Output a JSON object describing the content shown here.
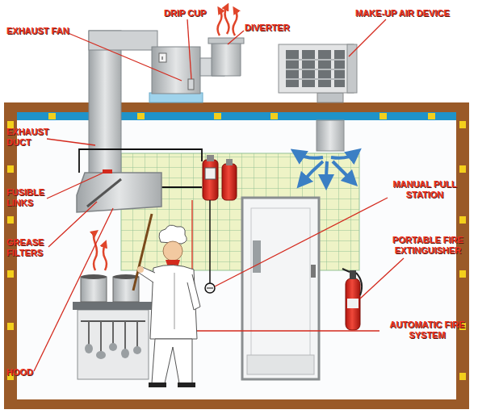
{
  "diagram": {
    "labels": [
      "EXHAUST FAN",
      "DRIP CUP",
      "DIVERTER",
      "MAKE-UP AIR DEVICE",
      "EXHAUST DUCT",
      "FUSIBLE LINKS",
      "GREASE FILTERS",
      "HOOD",
      "MANUAL PULL STATION",
      "PORTABLE FIRE EXTINGUISHER",
      "AUTOMATIC FIRE SYSTEM"
    ]
  }
}
